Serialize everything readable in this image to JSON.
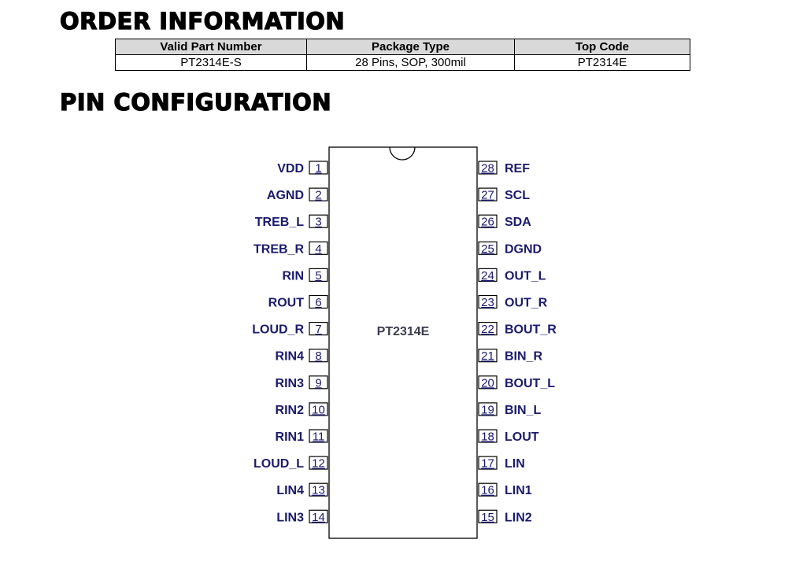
{
  "order_information": {
    "heading": "ORDER INFORMATION",
    "columns": [
      "Valid Part Number",
      "Package Type",
      "Top Code"
    ],
    "rows": [
      [
        "PT2314E-S",
        "28 Pins, SOP, 300mil",
        "PT2314E"
      ]
    ]
  },
  "pin_configuration": {
    "heading": "PIN CONFIGURATION",
    "chip_label": "PT2314E",
    "left_pins": [
      {
        "num": "1",
        "name": "VDD"
      },
      {
        "num": "2",
        "name": "AGND"
      },
      {
        "num": "3",
        "name": "TREB_L"
      },
      {
        "num": "4",
        "name": "TREB_R"
      },
      {
        "num": "5",
        "name": "RIN"
      },
      {
        "num": "6",
        "name": "ROUT"
      },
      {
        "num": "7",
        "name": "LOUD_R"
      },
      {
        "num": "8",
        "name": "RIN4"
      },
      {
        "num": "9",
        "name": "RIN3"
      },
      {
        "num": "10",
        "name": "RIN2"
      },
      {
        "num": "11",
        "name": "RIN1"
      },
      {
        "num": "12",
        "name": "LOUD_L"
      },
      {
        "num": "13",
        "name": "LIN4"
      },
      {
        "num": "14",
        "name": "LIN3"
      }
    ],
    "right_pins": [
      {
        "num": "28",
        "name": "REF"
      },
      {
        "num": "27",
        "name": "SCL"
      },
      {
        "num": "26",
        "name": "SDA"
      },
      {
        "num": "25",
        "name": "DGND"
      },
      {
        "num": "24",
        "name": "OUT_L"
      },
      {
        "num": "23",
        "name": "OUT_R"
      },
      {
        "num": "22",
        "name": "BOUT_R"
      },
      {
        "num": "21",
        "name": "BIN_R"
      },
      {
        "num": "20",
        "name": "BOUT_L"
      },
      {
        "num": "19",
        "name": "BIN_L"
      },
      {
        "num": "18",
        "name": "LOUT"
      },
      {
        "num": "17",
        "name": "LIN"
      },
      {
        "num": "16",
        "name": "LIN1"
      },
      {
        "num": "15",
        "name": "LIN2"
      }
    ]
  }
}
